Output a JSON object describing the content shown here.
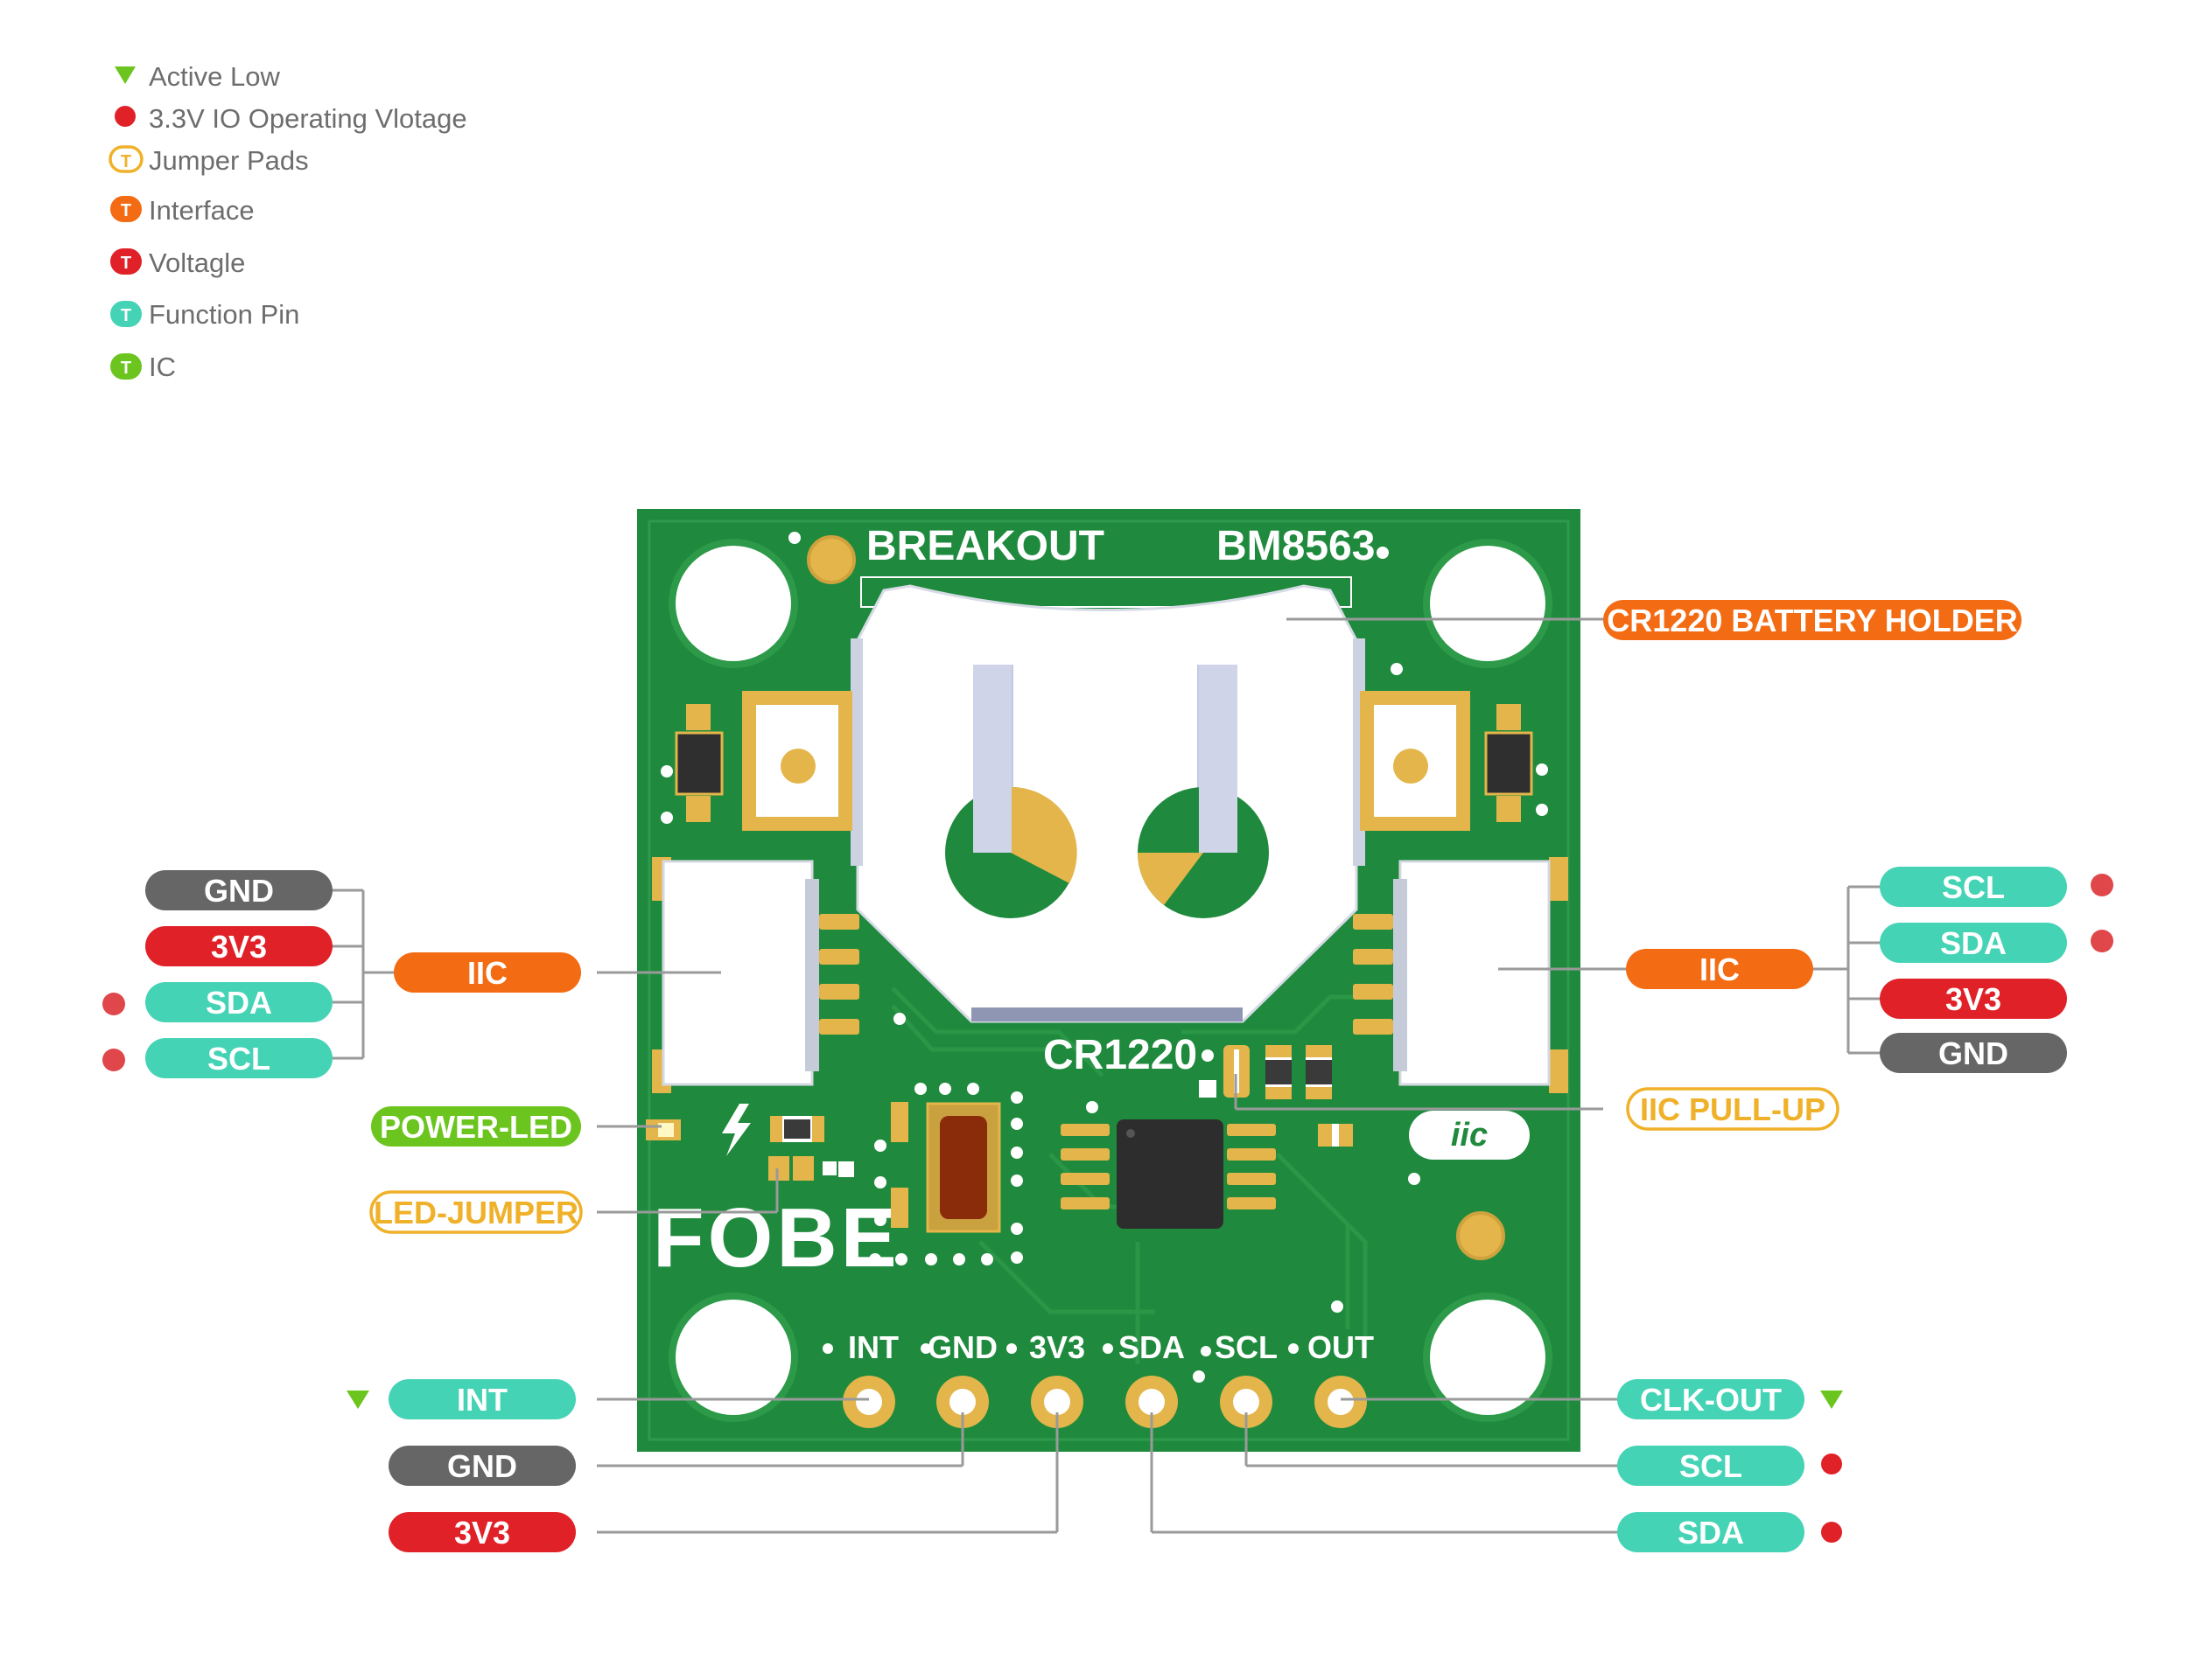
{
  "legend": [
    {
      "label": "Active Low",
      "marker": "triangle",
      "color": "#6cc51e"
    },
    {
      "label": "3.3V IO Operating Vlotage",
      "marker": "dot",
      "color": "#e02127"
    },
    {
      "label": "Jumper Pads",
      "marker": "outline-T",
      "color": "#f0b12a"
    },
    {
      "label": "Interface",
      "marker": "T",
      "color": "#f36b13"
    },
    {
      "label": "Voltagle",
      "marker": "T",
      "color": "#e02127"
    },
    {
      "label": "Function Pin",
      "marker": "T",
      "color": "#45d3b6"
    },
    {
      "label": "IC",
      "marker": "T",
      "color": "#6cc51e"
    }
  ],
  "legend_icon_letter": "T",
  "board": {
    "silk_breakout": "BREAKOUT",
    "silk_model": "BM8563",
    "silk_battery": "CR1220",
    "silk_logo": "FOBE",
    "silk_iic": "iic",
    "header_pins": [
      "INT",
      "GND",
      "3V3",
      "SDA",
      "SCL",
      "OUT"
    ]
  },
  "labels": {
    "battery_holder": "CR1220 BATTERY HOLDER",
    "iic_left": "IIC",
    "iic_right": "IIC",
    "power_led": "POWER-LED",
    "led_jumper": "LED-JUMPER",
    "iic_pullup": "IIC PULL-UP",
    "left_connector": [
      "GND",
      "3V3",
      "SDA",
      "SCL"
    ],
    "right_connector": [
      "SCL",
      "SDA",
      "3V3",
      "GND"
    ],
    "bottom_left": [
      "INT",
      "GND",
      "3V3"
    ],
    "bottom_right": [
      "CLK-OUT",
      "SCL",
      "SDA"
    ]
  },
  "colors": {
    "pcb_green": "#1f8a3d",
    "gold": "#e3b54a",
    "interface_orange": "#f36b13",
    "voltage_red": "#e02127",
    "function_teal": "#45d3b6",
    "ic_green": "#6cc51e",
    "gnd_gray": "#666666",
    "jumper_yellow": "#f0b12a"
  }
}
